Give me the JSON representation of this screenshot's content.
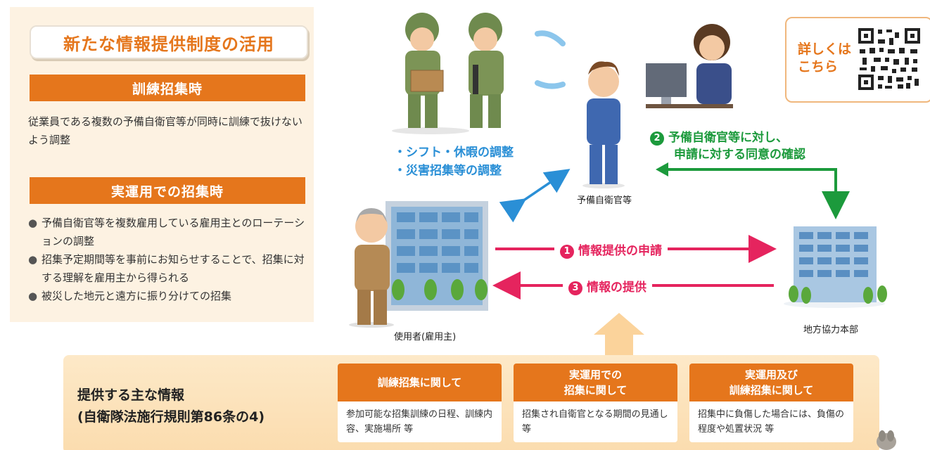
{
  "left": {
    "title": "新たな情報提供制度の活用",
    "section1": {
      "heading": "訓練招集時",
      "text": "従業員である複数の予備自衛官等が同時に訓練で抜けないよう調整"
    },
    "section2": {
      "heading": "実運用での招集時",
      "bullets": [
        "予備自衛官等を複数雇用している雇用主とのローテーションの調整",
        "招集予定期間等を事前にお知らせすることで、招集に対する理解を雇用主から得られる",
        "被災した地元と遠方に振り分けての招集"
      ]
    }
  },
  "diagram": {
    "blue_lines": [
      "・シフト・休暇の調整",
      "・災害招集等の調整"
    ],
    "reservist_label": "予備自衛官等",
    "employer_label": "使用者(雇用主)",
    "office_label": "地方協力本部",
    "step1": {
      "number": "1",
      "text": "情報提供の申請"
    },
    "step2": {
      "number": "2",
      "line1": "予備自衛官等に対し、",
      "line2": "申請に対する同意の確認"
    },
    "step3": {
      "number": "3",
      "text": "情報の提供"
    },
    "colors": {
      "orange": "#e5761c",
      "pink": "#e5245e",
      "green": "#1c9a3c",
      "blue": "#2a8fd6"
    }
  },
  "qr": {
    "line1": "詳しくは",
    "line2": "こちら",
    "icon": "qr-code-icon"
  },
  "bottom": {
    "title_line1": "提供する主な情報",
    "title_line2": "(自衛隊法施行規則第86条の4)",
    "cards": [
      {
        "head": "訓練招集に関して",
        "body": "参加可能な招集訓練の日程、訓練内容、実施場所 等"
      },
      {
        "head": "実運用での\n招集に関して",
        "body": "招集され自衛官となる期間の見通し 等"
      },
      {
        "head": "実運用及び\n訓練招集に関して",
        "body": "招集中に負傷した場合には、負傷の程度や処置状況 等"
      }
    ]
  }
}
